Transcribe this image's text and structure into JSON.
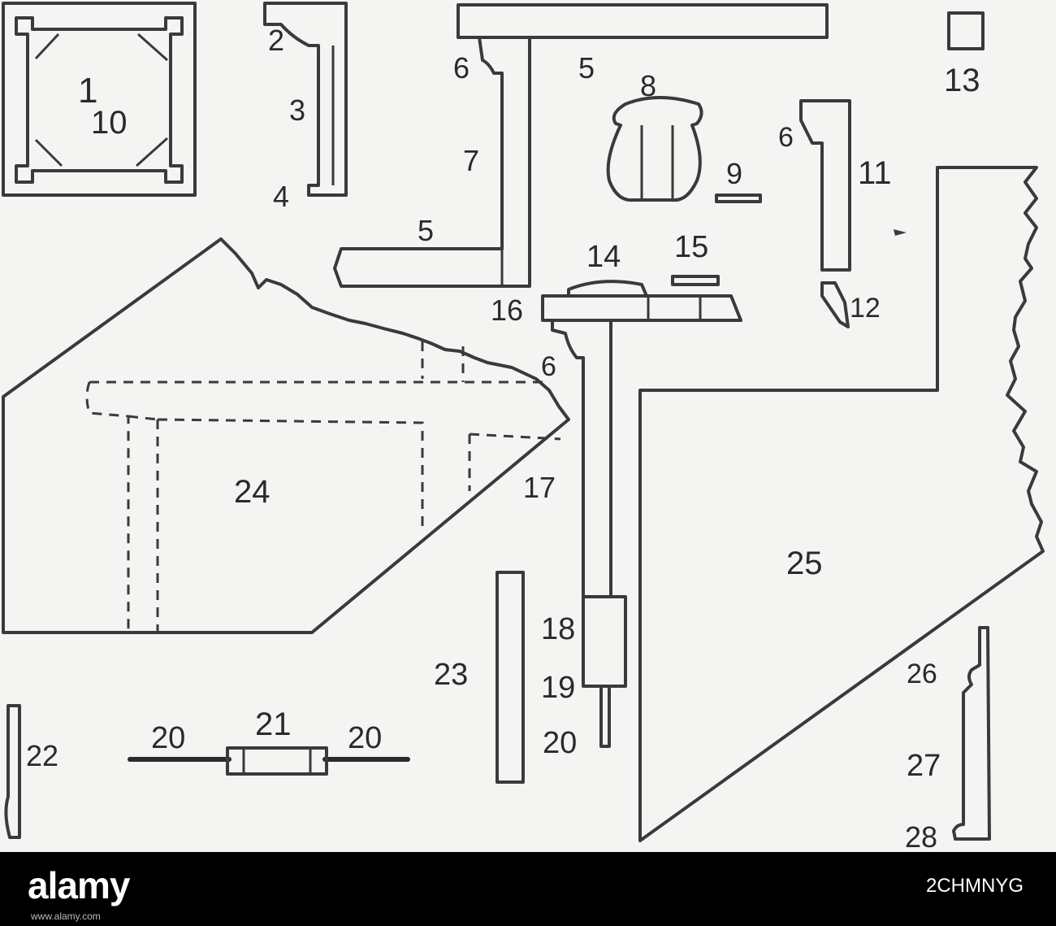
{
  "diagram": {
    "labels": [
      "1",
      "10",
      "2",
      "3",
      "4",
      "5",
      "5",
      "6",
      "6",
      "6",
      "7",
      "8",
      "9",
      "11",
      "12",
      "13",
      "14",
      "15",
      "16",
      "17",
      "18",
      "19",
      "20",
      "20",
      "20",
      "21",
      "22",
      "23",
      "24",
      "25",
      "26",
      "27",
      "28"
    ]
  },
  "banner": {
    "logo_text": "alamy",
    "image_id": "2CHMNYG",
    "url_text": "www.alamy.com"
  },
  "colors": {
    "ink": "#3a3a3a",
    "background": "#f4f4f2",
    "banner": "#000000"
  }
}
